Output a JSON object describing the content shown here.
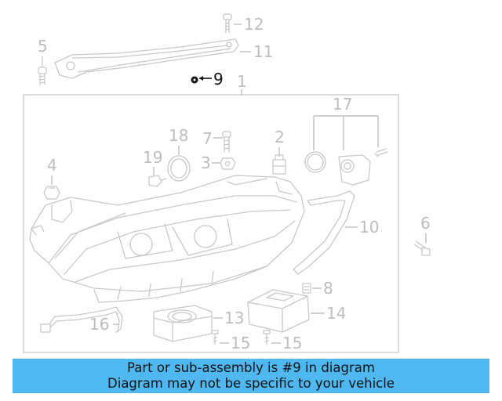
{
  "diagram": {
    "callouts": [
      "12",
      "11",
      "5",
      "9",
      "1",
      "17",
      "7",
      "18",
      "2",
      "19",
      "3",
      "4",
      "10",
      "6",
      "8",
      "16",
      "13",
      "14",
      "15",
      "15"
    ],
    "highlighted_part": "9",
    "highlight_color": "#111111",
    "part_color": "#c8c8c8"
  },
  "banner": {
    "line1": "Part or sub-assembly is #9 in diagram",
    "line2": "Diagram may not be specific to your vehicle",
    "background": "#4fb8f0"
  }
}
